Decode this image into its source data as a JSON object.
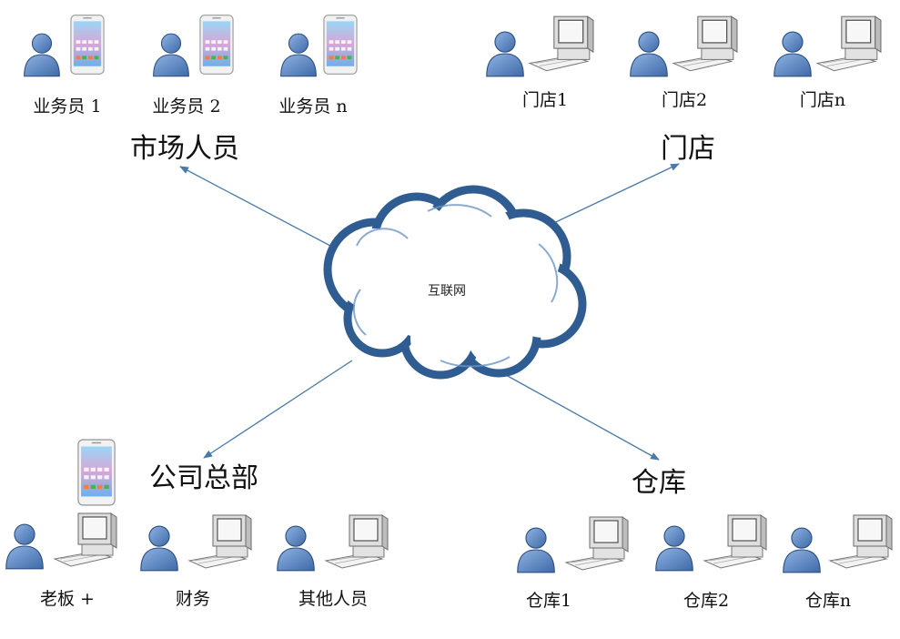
{
  "cloud": {
    "label": "互联网"
  },
  "groups": {
    "market": {
      "title": "市场人员",
      "nodes": [
        {
          "label": "业务员 1",
          "device": "phone"
        },
        {
          "label": "业务员 2",
          "device": "phone"
        },
        {
          "label": "业务员 n",
          "device": "phone"
        }
      ]
    },
    "store": {
      "title": "门店",
      "nodes": [
        {
          "label": "门店1",
          "device": "computer"
        },
        {
          "label": "门店2",
          "device": "computer"
        },
        {
          "label": "门店n",
          "device": "computer"
        }
      ]
    },
    "hq": {
      "title": "公司总部",
      "nodes": [
        {
          "label": "老板 +",
          "device": "computer"
        },
        {
          "label": "财务",
          "device": "computer"
        },
        {
          "label": "其他人员",
          "device": "computer"
        }
      ]
    },
    "warehouse": {
      "title": "仓库",
      "nodes": [
        {
          "label": "仓库1",
          "device": "computer"
        },
        {
          "label": "仓库2",
          "device": "computer"
        },
        {
          "label": "仓库n",
          "device": "computer"
        }
      ]
    }
  },
  "colors": {
    "arrow": "#4a7aa8",
    "person": "#5b86c4",
    "cloud_edge": "#2f5d91",
    "cloud_fill": "#ffffff"
  },
  "icons": [
    "person-icon",
    "phone-icon",
    "computer-icon",
    "cloud-icon",
    "arrow-icon"
  ]
}
